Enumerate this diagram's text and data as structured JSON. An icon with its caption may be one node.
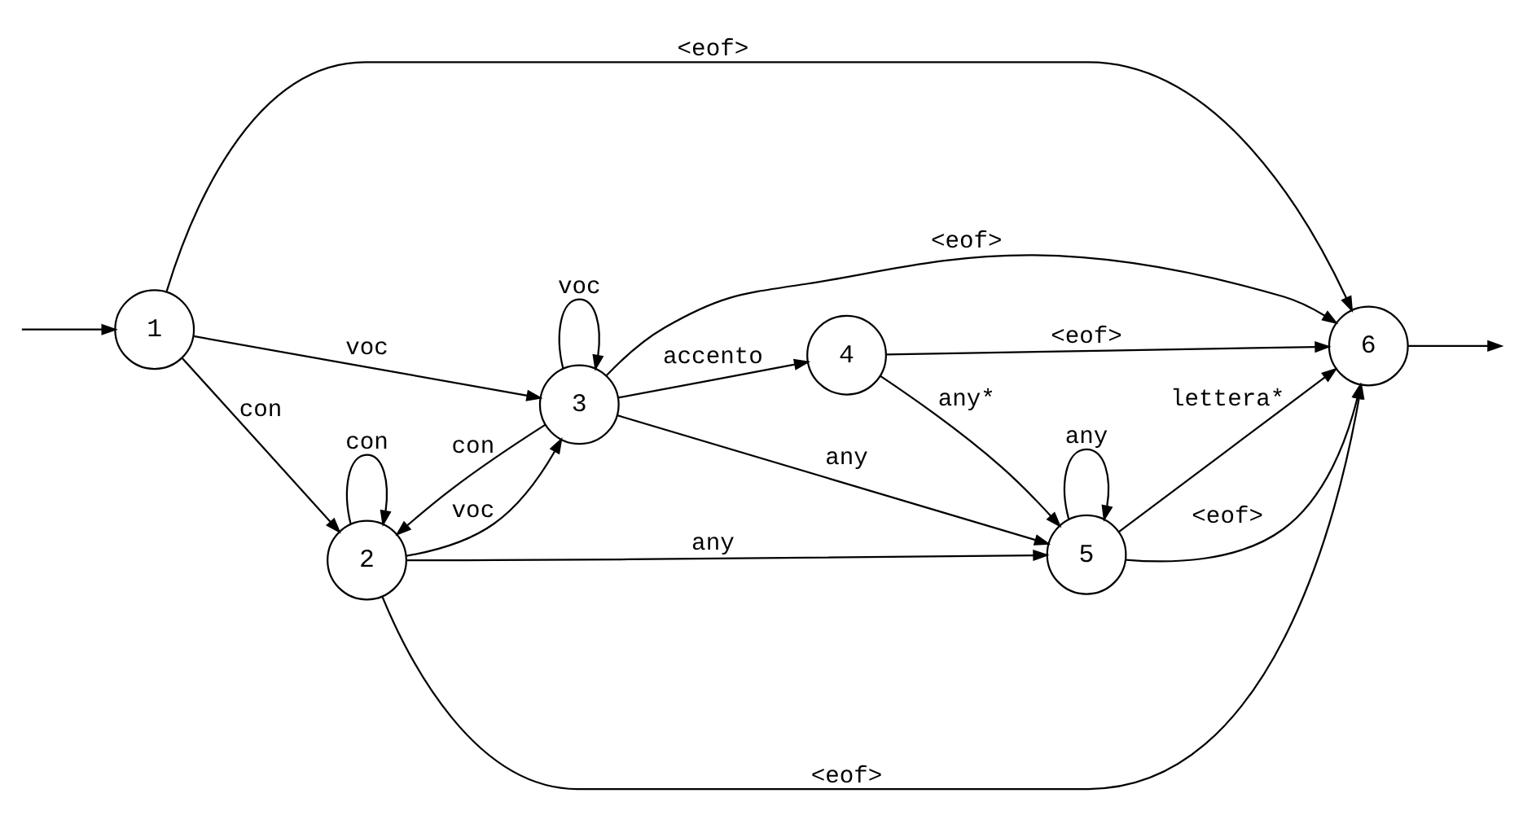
{
  "diagram": {
    "nodes": [
      {
        "text": [
          "1"
        ]
      },
      {
        "text": [
          "2"
        ]
      },
      {
        "text": [
          "3"
        ]
      },
      {
        "text": [
          "4"
        ]
      },
      {
        "text": [
          "5"
        ]
      },
      {
        "text": [
          "6"
        ]
      }
    ],
    "edges": [
      {
        "from": null,
        "to": 0,
        "arrow": "to"
      },
      {
        "from": 0,
        "to": 5,
        "label": "<eof>",
        "arrow": "to"
      },
      {
        "from": 1,
        "to": 1,
        "label": "con",
        "arrow": "to"
      },
      {
        "from": 1,
        "to": 5,
        "label": "<eof>",
        "arrow": "to"
      },
      {
        "from": 0,
        "to": 1,
        "label": "con",
        "arrow": "to"
      },
      {
        "from": 0,
        "to": 2,
        "label": "voc",
        "arrow": "to"
      },
      {
        "from": 1,
        "to": 2,
        "label": "voc",
        "arrow": "to"
      },
      {
        "from": 2,
        "to": 1,
        "label": "con",
        "arrow": "to"
      },
      {
        "from": 1,
        "to": 4,
        "label": "any",
        "arrow": "to"
      },
      {
        "from": 4,
        "to": 4,
        "label": "any",
        "arrow": "to"
      },
      {
        "from": 4,
        "to": 5,
        "label": "lettera*",
        "arrow": "to"
      },
      {
        "from": 4,
        "to": 5,
        "label": "<eof>",
        "arrow": "to"
      },
      {
        "from": 2,
        "to": 4,
        "label": "any",
        "arrow": "to"
      },
      {
        "from": 2,
        "to": 3,
        "label": "accento",
        "arrow": "to"
      },
      {
        "from": 3,
        "to": 4,
        "label": "any*",
        "arrow": "to"
      },
      {
        "from": 3,
        "to": 5,
        "label": "<eof>",
        "arrow": "to"
      },
      {
        "from": 2,
        "to": 2,
        "label": "voc",
        "arrow": "to"
      },
      {
        "from": 2,
        "to": 5,
        "label": "<eof>",
        "arrow": "to"
      },
      {
        "from": 5,
        "to": null,
        "arrow": "to"
      }
    ]
  }
}
